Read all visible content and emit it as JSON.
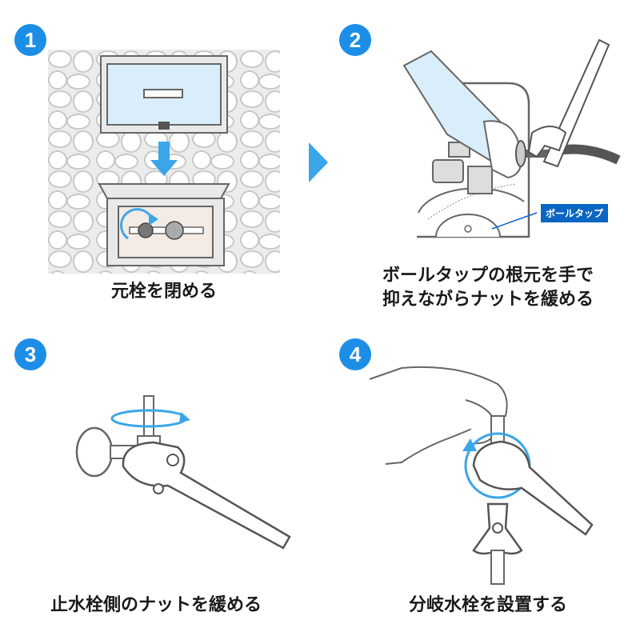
{
  "steps": [
    {
      "number": "1",
      "caption": "元栓を閉める"
    },
    {
      "number": "2",
      "caption_line1": "ボールタップの根元を手で",
      "caption_line2": "抑えながらナットを緩める",
      "callout": "ボールタップ"
    },
    {
      "number": "3",
      "caption": "止水栓側のナットを緩める"
    },
    {
      "number": "4",
      "caption": "分岐水栓を設置する"
    }
  ],
  "colors": {
    "accent": "#1c8ee8",
    "arrow": "#3aa6e8",
    "outline": "#6a6a6a",
    "water_box": "#d9eefa"
  }
}
